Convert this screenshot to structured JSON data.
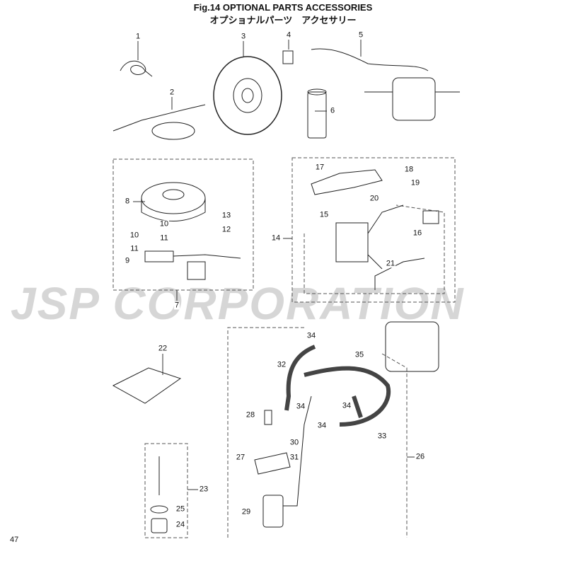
{
  "title": "Fig.14  OPTIONAL PARTS ACCESSORIES",
  "subtitle": "オプショナルパーツ　アクセサリー",
  "watermark": "JSP CORPORATION",
  "page_number": "47",
  "callouts": [
    "1",
    "2",
    "3",
    "4",
    "5",
    "6",
    "7",
    "8",
    "9",
    "10",
    "10",
    "11",
    "11",
    "12",
    "13",
    "14",
    "15",
    "16",
    "17",
    "18",
    "19",
    "20",
    "21",
    "22",
    "23",
    "24",
    "25",
    "26",
    "27",
    "28",
    "29",
    "30",
    "31",
    "32",
    "33",
    "34",
    "34",
    "34",
    "34",
    "35"
  ]
}
